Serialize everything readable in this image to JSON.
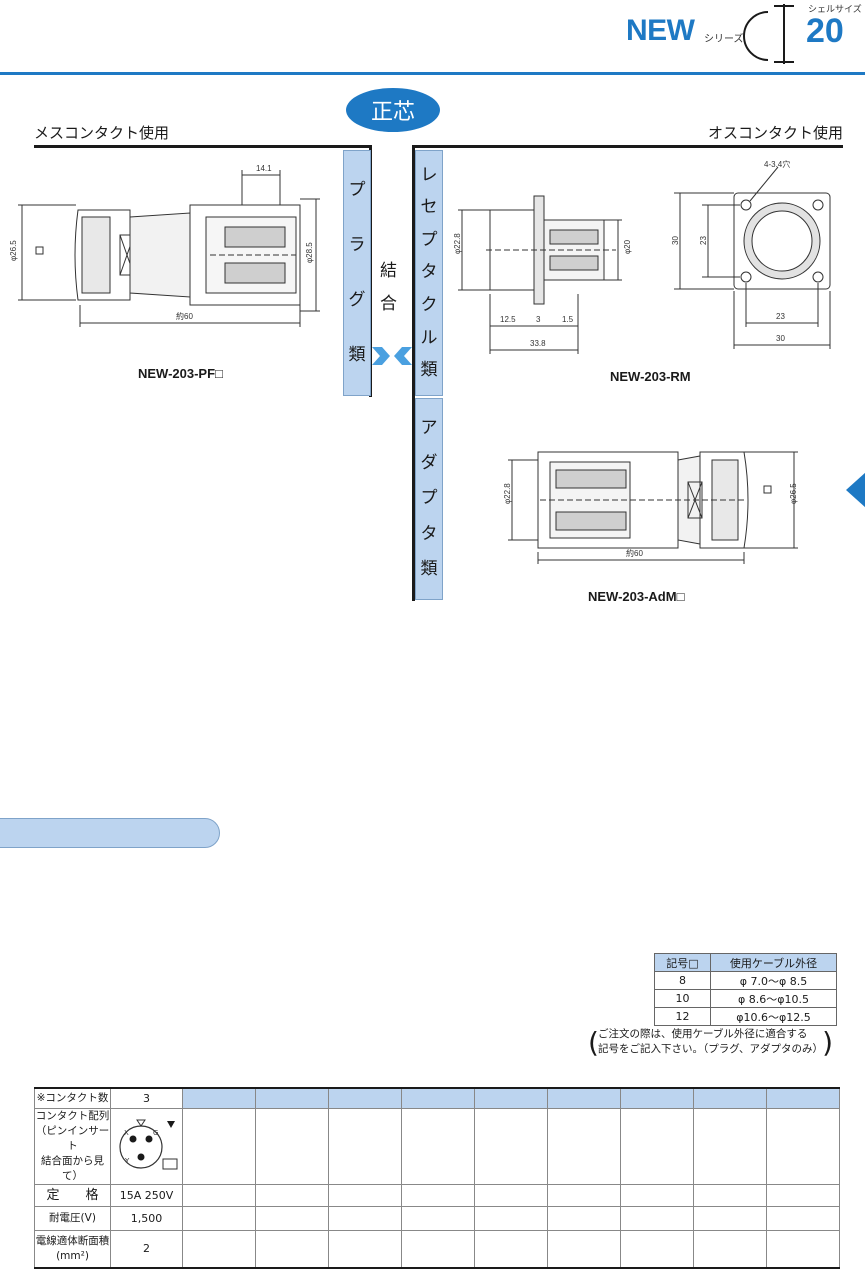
{
  "header": {
    "series_name": "NEW",
    "series_suffix": "シリーズ",
    "shell_label": "シェルサイズ",
    "shell_size": "20"
  },
  "badge": "正芯",
  "left_title": "メスコンタクト使用",
  "right_title": "オスコンタクト使用",
  "plug_label": [
    "プ",
    "ラ",
    "グ",
    "類"
  ],
  "join_label": [
    "結",
    "合"
  ],
  "receptacle_label": [
    "レ",
    "セ",
    "プ",
    "タ",
    "ク",
    "ル",
    "類"
  ],
  "adapter_label": [
    "ア",
    "ダ",
    "プ",
    "タ",
    "類"
  ],
  "models": {
    "plug": "NEW-203-PF□",
    "receptacle": "NEW-203-RM",
    "adapter": "NEW-203-AdM□"
  },
  "dims": {
    "plug": {
      "d1": "φ26.5",
      "d2": "φ28.5",
      "len": "約60",
      "top": "14.1",
      "box": "□"
    },
    "receptacle": {
      "d1": "φ22.8",
      "d2": "φ20",
      "a": "12.5",
      "b": "3",
      "c": "1.5",
      "len": "33.8"
    },
    "flange": {
      "hole": "4-3.4穴",
      "h1": "30",
      "h2": "23",
      "w1": "23",
      "w2": "30"
    },
    "adapter": {
      "d1": "φ22.8",
      "d2": "φ26.5",
      "len": "約60",
      "box": "□"
    }
  },
  "cable_table": {
    "headers": [
      "記号□",
      "使用ケーブル外径"
    ],
    "rows": [
      [
        "8",
        "φ 7.0～φ 8.5"
      ],
      [
        "10",
        "φ 8.6～φ10.5"
      ],
      [
        "12",
        "φ10.6～φ12.5"
      ]
    ],
    "note_line1": "ご注文の際は、使用ケーブル外径に適合する",
    "note_line2": "記号をご記入下さい。（プラグ、アダプタのみ）"
  },
  "spec_table": {
    "contacts_label": "※コンタクト数",
    "contacts_value": "3",
    "layout_label": [
      "コンタクト配列",
      "（ピンインサート",
      "結合面から見て）"
    ],
    "pin_marks": {
      "x": "X",
      "y": "Y",
      "g": "G"
    },
    "rating_label": "定　　格",
    "rating_value": "15A 250V",
    "voltage_label": "耐電圧(V)",
    "voltage_value": "1,500",
    "wire_label": "電線適体断面積",
    "wire_unit": "(mm²)",
    "wire_value": "2"
  },
  "colors": {
    "accent": "#1e79c4",
    "light_blue": "#bcd4ef"
  }
}
